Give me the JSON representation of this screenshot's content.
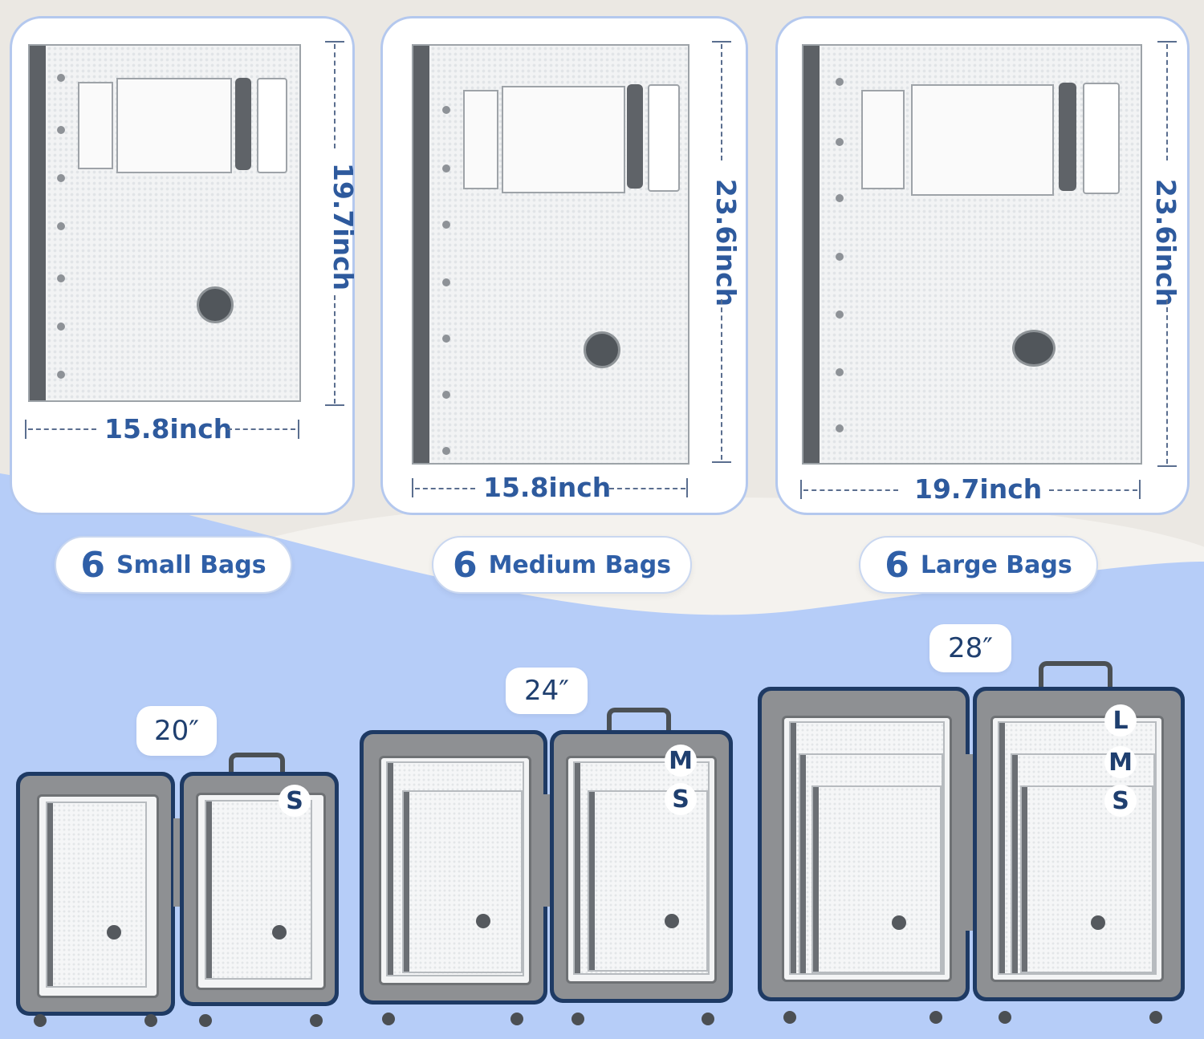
{
  "bags": [
    {
      "width_label": "15.8inch",
      "height_label": "19.7inch",
      "count": "6",
      "name": "Small Bags"
    },
    {
      "width_label": "15.8inch",
      "height_label": "23.6inch",
      "count": "6",
      "name": "Medium Bags"
    },
    {
      "width_label": "19.7inch",
      "height_label": "23.6inch",
      "count": "6",
      "name": "Large Bags"
    }
  ],
  "suitcases": [
    {
      "size": "20″",
      "tags": [
        "S"
      ]
    },
    {
      "size": "24″",
      "tags": [
        "M",
        "S"
      ]
    },
    {
      "size": "28″",
      "tags": [
        "L",
        "M",
        "S"
      ]
    }
  ],
  "colors": {
    "accent": "#2e5a9d",
    "card_border": "#b4c8ee",
    "lower_bg": "#b6cdf8",
    "suitcase_frame": "#1e3a64"
  }
}
